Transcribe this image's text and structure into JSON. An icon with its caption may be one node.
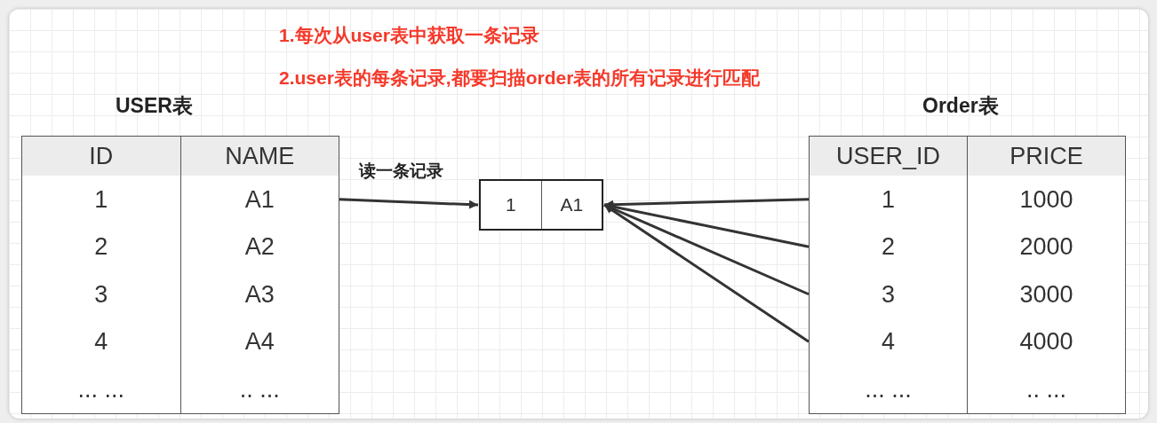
{
  "diagram": {
    "nodes": [
      {
        "text": [
          "USER表"
        ]
      },
      {
        "text": [
          "ID",
          "NAME"
        ],
        "in": 0
      },
      {
        "text": [
          "1",
          "A1"
        ],
        "in": 0
      },
      {
        "text": [
          "2",
          "A2"
        ],
        "in": 0
      },
      {
        "text": [
          "3",
          "A3"
        ],
        "in": 0
      },
      {
        "text": [
          "4",
          "A4"
        ],
        "in": 0
      },
      {
        "text": [
          "... ...",
          ".. ..."
        ],
        "in": 0
      },
      {
        "text": [
          "1",
          "A1"
        ]
      },
      {
        "text": [
          "Order表"
        ]
      },
      {
        "text": [
          "USER_ID",
          "PRICE"
        ],
        "in": 8
      },
      {
        "text": [
          "1",
          "1000"
        ],
        "in": 8
      },
      {
        "text": [
          "2",
          "2000"
        ],
        "in": 8
      },
      {
        "text": [
          "3",
          "3000"
        ],
        "in": 8
      },
      {
        "text": [
          "4",
          "4000"
        ],
        "in": 8
      },
      {
        "text": [
          "... ...",
          ".. ..."
        ],
        "in": 8
      }
    ],
    "edges": [
      {
        "from": 2,
        "to": 7,
        "arrow": "to",
        "label": "读一条记录"
      },
      {
        "from": 10,
        "to": 7,
        "arrow": "to"
      },
      {
        "from": 11,
        "to": 7,
        "arrow": "to"
      },
      {
        "from": 12,
        "to": 7,
        "arrow": "to"
      },
      {
        "from": 13,
        "to": 7,
        "arrow": "to"
      }
    ],
    "labels": [
      "1.每次从user表中获取一条记录",
      "2.user表的每条记录,都要扫描order表的所有记录进行匹配"
    ]
  }
}
